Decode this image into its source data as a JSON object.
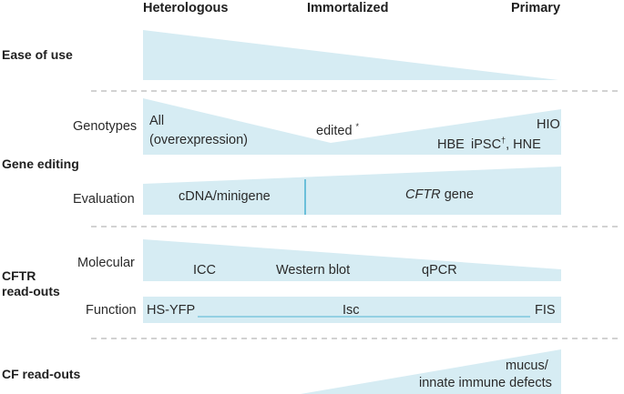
{
  "columns": [
    "Heterologous",
    "Immortalized",
    "Primary"
  ],
  "rows": {
    "ease_of_use": "Ease of use",
    "gene_editing": "Gene editing",
    "cftr_readouts_line1": "CFTR",
    "cftr_readouts_line2": "read-outs",
    "cf_readouts": "CF read-outs"
  },
  "sublabels": {
    "genotypes": "Genotypes",
    "evaluation": "Evaluation",
    "molecular": "Molecular",
    "function": "Function"
  },
  "genotypes": {
    "all_line1": "All",
    "all_line2": "(overexpression)",
    "edited": "edited",
    "edited_mark": "*",
    "hbe": "HBE",
    "hio": "HIO",
    "ipsc": "iPSC",
    "ipsc_mark": "†",
    "ipsc_suffix": ", HNE"
  },
  "evaluation": {
    "cdna": "cDNA/minigene",
    "cftr": "CFTR",
    "gene": " gene"
  },
  "molecular": {
    "icc": "ICC",
    "western": "Western blot",
    "qpcr": "qPCR"
  },
  "function": {
    "hsyfp": "HS-YFP",
    "isc": "Isc",
    "fis": "FIS"
  },
  "cf": {
    "line1": "mucus/",
    "line2": "innate immune defects"
  },
  "colors": {
    "band": "#d6ecf3",
    "divider_line": "#6bbfd9",
    "dashed": "#b8b8b8"
  }
}
